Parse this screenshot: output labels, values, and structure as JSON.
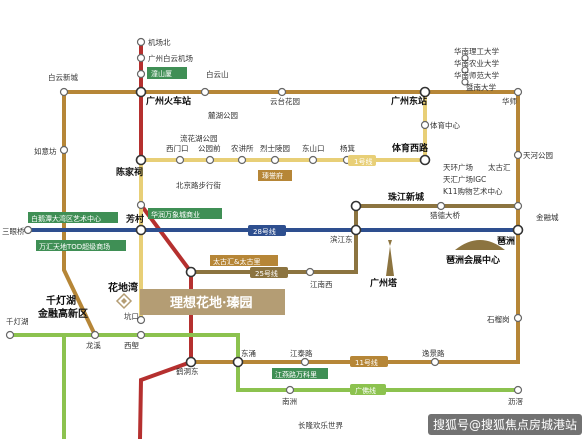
{
  "colors": {
    "line_red": "#b5302f",
    "line_yellow": "#e8cf77",
    "line_brown": "#b68637",
    "line_olive": "#8c7440",
    "line_blue": "#2e4f8f",
    "line_green": "#8cc24f",
    "label_green": "#3f8f55",
    "project_gold": "#b49d74"
  },
  "stations": {
    "jichangbei": "机场北",
    "baiyun_airport": "广州白云机场",
    "tangxi": "潼山厦",
    "baiyun_xincheng": "白云新城",
    "baiyunshan": "白云山",
    "guangzhou_railway": "广州火车站",
    "yuntai_garden": "云台花园",
    "guangzhou_east": "广州东站",
    "sc_tech": "华南理工大学",
    "sc_agri": "华南农业大学",
    "sc_normal": "华南师范大学",
    "jinan": "暨南大学",
    "huashi": "华师",
    "lvhu_park": "麓湖公园",
    "tiyu_center": "体育中心",
    "tianhe_park": "天河公园",
    "liuhua_park": "流花湖公园",
    "rudefang": "如意坊",
    "chenjiaci": "陈家祠",
    "ximenkou": "西门口",
    "gongyuanqian": "公园前",
    "nongjiangsuo": "农讲所",
    "lieshi": "烈士陵园",
    "dongshankou": "东山口",
    "yangji": "杨箕",
    "tiyu_xilu": "体育西路",
    "tianhuan": "天环广场",
    "taiguhui": "太古汇",
    "tianhui_igc": "天汇广场IGC",
    "k11": "K11购物艺术中心",
    "line1_label": "1号线",
    "beijinglu": "北京路步行街",
    "shuyuan": "瑧誉府",
    "fangcun": "芳村",
    "zhujiang_newtown": "珠江新城",
    "liede_bridge": "猎德大桥",
    "jinsuihe": "金融城",
    "baie_tan": "白鹅潭大湾区艺术中心",
    "sanyan_qiao": "三眼桥",
    "huarun_wanxiang": "华润万象城商业",
    "line28_label": "28号线",
    "binjiang_east": "滨江东",
    "pazhou": "琶洲",
    "wanhui": "万汇天地TOD超级商场",
    "taiguhui_taiguli": "太古汇&太古里",
    "line25_label": "25号线",
    "canton_tower": "广州塔",
    "pazhou_expo": "琶洲会展中心",
    "qiandenghu": "千灯湖",
    "jinrong_gaoxin": "金融高新区",
    "huadiwan": "花地湾",
    "project_name": "理想花地·瑧园",
    "jiangnanxi": "江南西",
    "shilinggang": "石榴岗",
    "kengkou": "坑口",
    "qiandenghu_stn": "千灯湖",
    "longxi": "龙溪",
    "xisha": "西塱",
    "hejingdong": "鹤洞东",
    "xiaogang": "东涌",
    "jiangtai_lu": "江泰路",
    "line11_label": "11号线",
    "fenghuang": "逸景路",
    "jiangtai_ftz": "江燕路万科里",
    "line_guangfo": "广佛线",
    "nanzhou": "南洲",
    "lijiao": "沥滘",
    "changlong": "长隆欢乐世界",
    "dongyong": "东涌"
  },
  "watermark": "搜狐号@搜狐焦点房城港站"
}
